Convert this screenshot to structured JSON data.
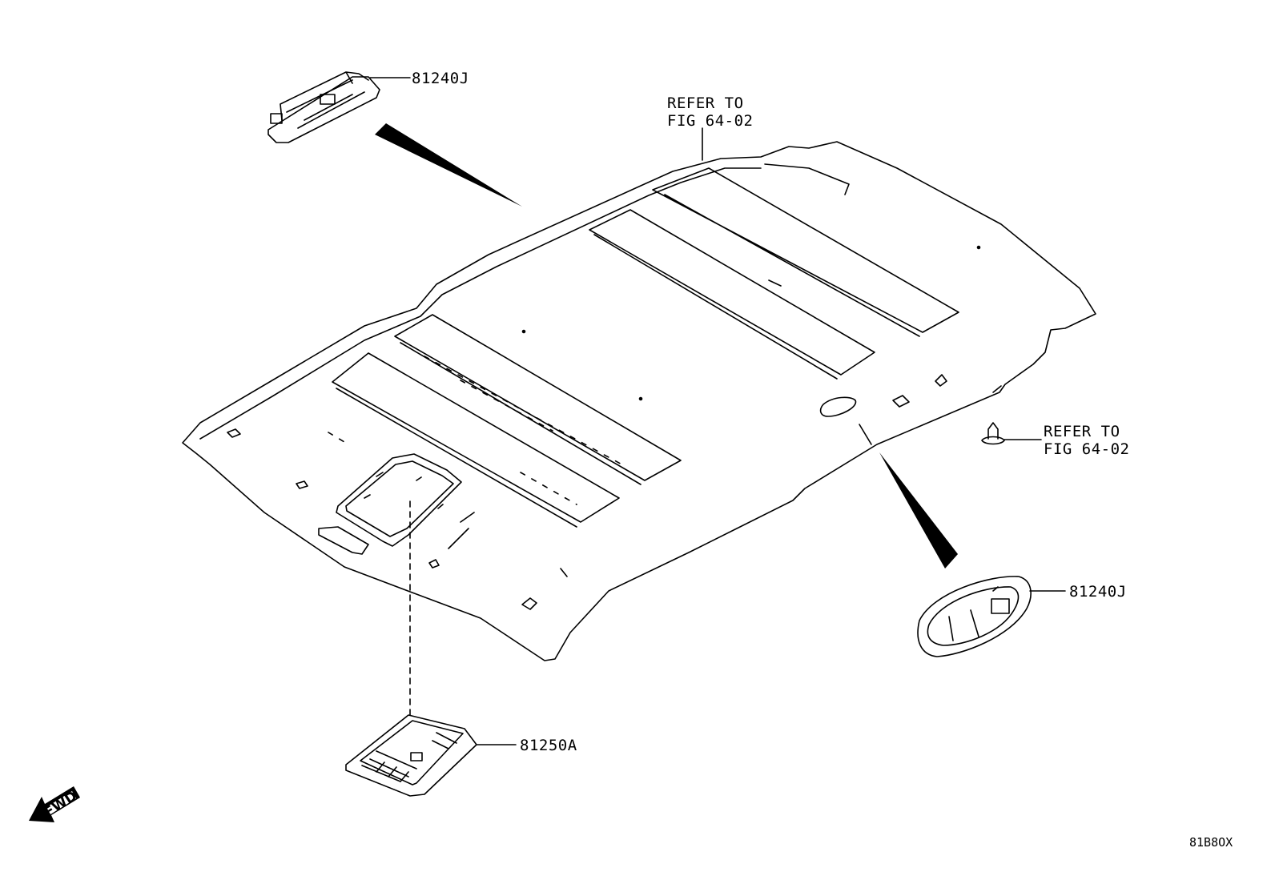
{
  "part_labels": {
    "lamp_upper_left": "81240J",
    "lamp_lower_right": "81240J",
    "console": "81250A"
  },
  "references": {
    "roof_rail": [
      "REFER TO",
      "FIG 64-02"
    ],
    "clip": [
      "REFER TO",
      "FIG 64-02"
    ]
  },
  "forward_indicator": "FWD",
  "figure_id": "81B8OX"
}
